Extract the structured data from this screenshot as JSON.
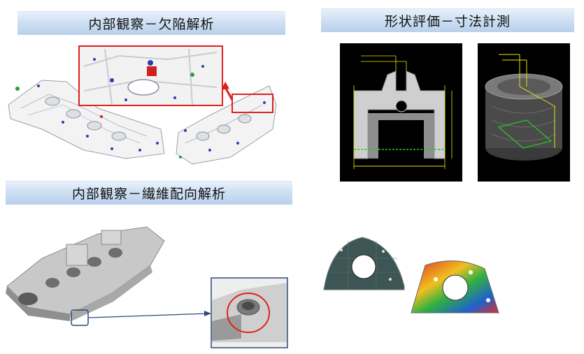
{
  "headings": {
    "defect": "内部観察－欠陥解析",
    "dimension": "形状評価－寸法計測",
    "fiber": "内部観察－繊維配向解析"
  },
  "colors": {
    "banner_top": "#e8f1fb",
    "banner_bottom": "#b9d0ea",
    "callout_red": "#e02020",
    "callout_blue": "#2c4a7a",
    "measure_yellow": "#e6e600",
    "measure_green": "#22cc22"
  }
}
